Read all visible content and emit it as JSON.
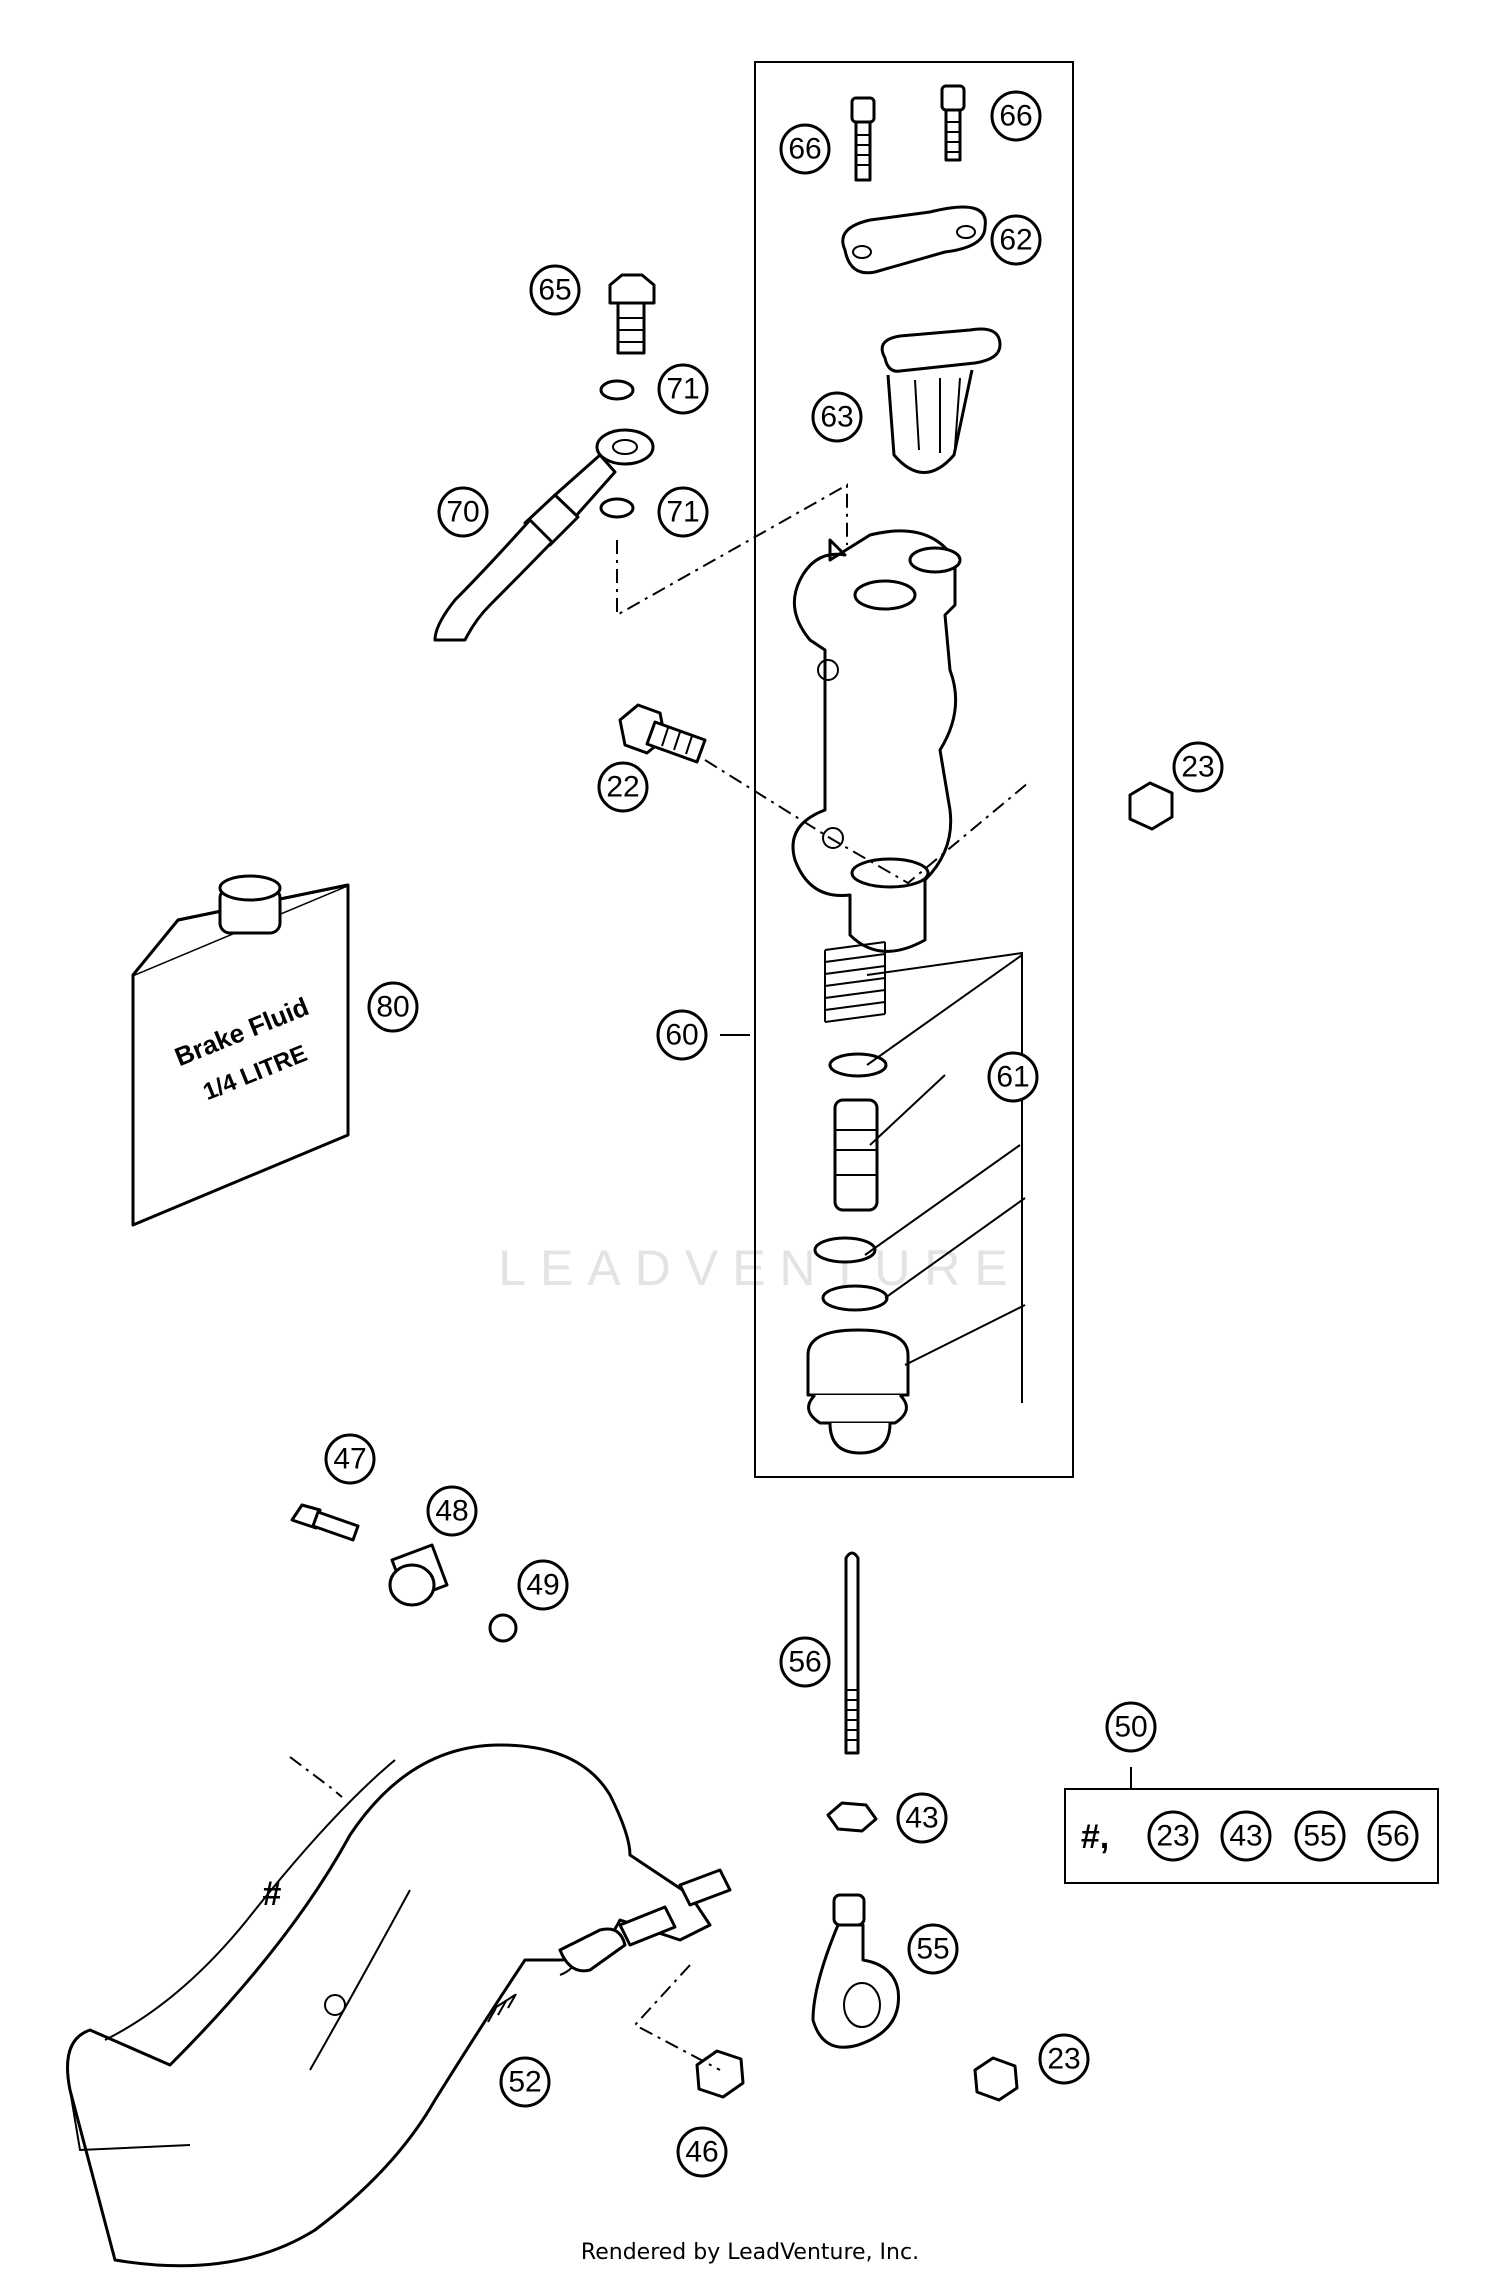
{
  "diagram": {
    "callouts": {
      "c66a": "66",
      "c66b": "66",
      "c62": "62",
      "c65": "65",
      "c71a": "71",
      "c63": "63",
      "c70": "70",
      "c71b": "71",
      "c22": "22",
      "c23a": "23",
      "c80": "80",
      "c60": "60",
      "c61": "61",
      "c47": "47",
      "c48": "48",
      "c49": "49",
      "c56": "56",
      "c50": "50",
      "c43": "43",
      "c55": "55",
      "c23b": "23",
      "c52": "52",
      "c46": "46"
    },
    "kit": {
      "prefix": "#,",
      "items": [
        "23",
        "43",
        "55",
        "56"
      ]
    },
    "hash_mark": "#",
    "can_label": {
      "line1": "Brake Fluid",
      "line2": "1/4 LITRE"
    },
    "watermark": "LEADVENTURE",
    "footer": "Rendered by LeadVenture, Inc."
  }
}
